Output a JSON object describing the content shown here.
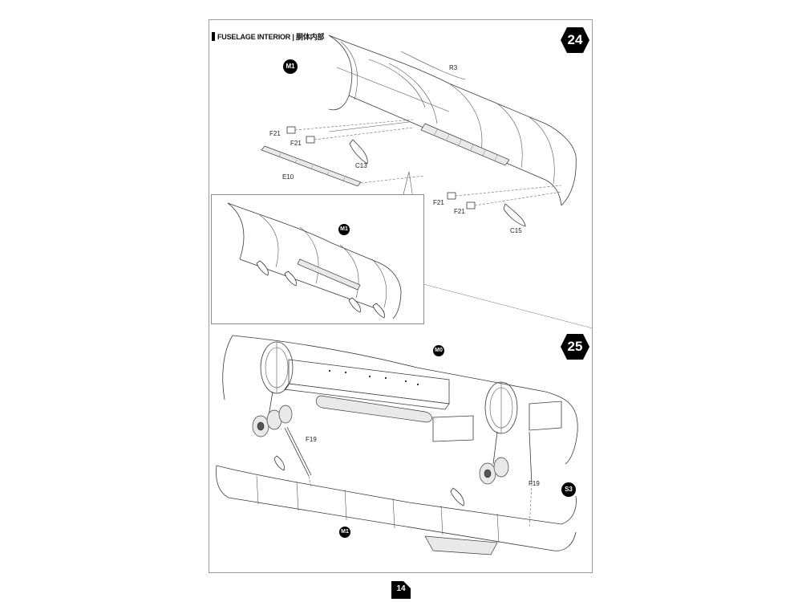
{
  "header": {
    "section_title": "FUSELAGE INTERIOR | 胴体内部"
  },
  "steps": [
    {
      "number": "24"
    },
    {
      "number": "25"
    }
  ],
  "step24": {
    "callout_main": "M1",
    "callout_inset": "M1",
    "parts": {
      "r3": "R3",
      "f21_a": "F21",
      "f21_b": "F21",
      "c13": "C13",
      "e10": "E10",
      "f21_c": "F21",
      "f21_d": "F21",
      "c15": "C15"
    }
  },
  "step25": {
    "callout_top": "M0",
    "callout_right": "S3",
    "callout_bottom": "M1",
    "parts": {
      "f19_left": "F19",
      "f19_right": "F19"
    }
  },
  "footer": {
    "page_number": "14"
  },
  "colors": {
    "ink": "#000000",
    "frame": "#9a9a9a",
    "paper": "#ffffff"
  }
}
